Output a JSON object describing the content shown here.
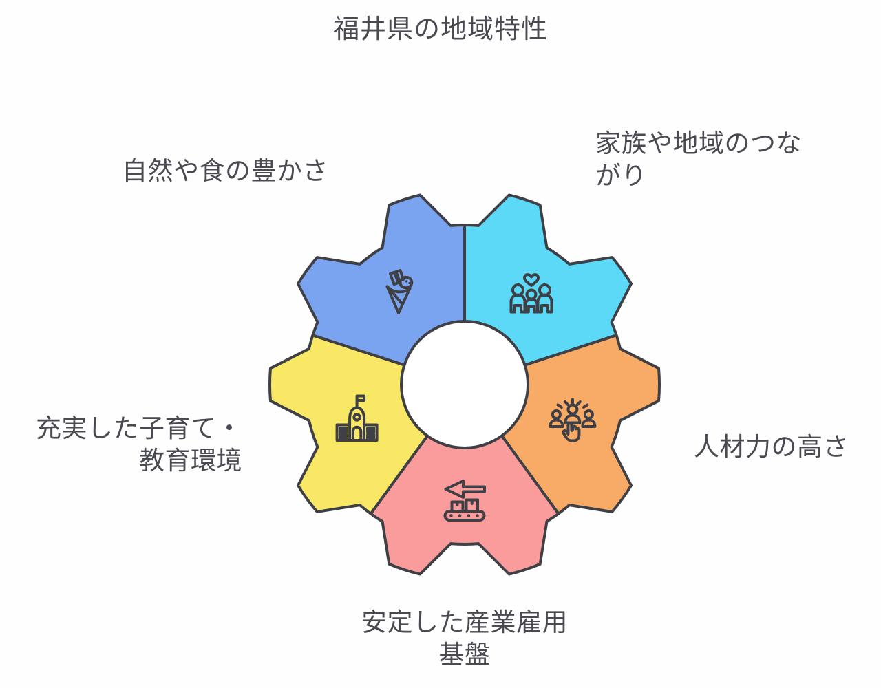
{
  "title": "福井県の地域特性",
  "colors": {
    "background": "#fefefe",
    "outline": "#3f4046",
    "text": "#4a4b52",
    "hub_fill": "#ffffff"
  },
  "segments": [
    {
      "id": "community",
      "label": "家族や地域のつな\nがり",
      "color": "#5bd9f7",
      "icon": "family-heart-icon"
    },
    {
      "id": "talent",
      "label": "人材力の高さ",
      "color": "#f8ab67",
      "icon": "talent-selection-icon"
    },
    {
      "id": "industry",
      "label": "安定した産業雇用\n基盤",
      "color": "#fb9c9c",
      "icon": "conveyor-belt-icon"
    },
    {
      "id": "education",
      "label": "充実した子育て・\n教育環境",
      "color": "#f8e865",
      "icon": "school-icon"
    },
    {
      "id": "nature",
      "label": "自然や食の豊かさ",
      "color": "#7ba4f0",
      "icon": "crepe-food-icon"
    }
  ]
}
